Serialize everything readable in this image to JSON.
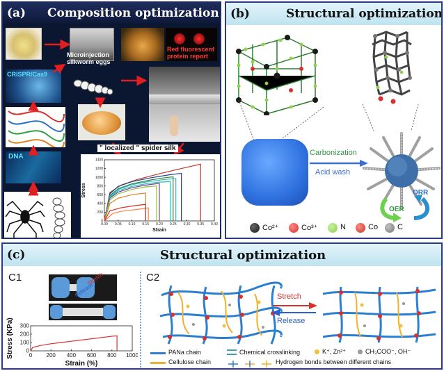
{
  "panel_a": {
    "tag": "(a)",
    "title": "Composition optimization",
    "labels": {
      "microinjection": "Microinjection silkworm eggs",
      "red_fluorescent": "Red fluorescent protein report",
      "crispr": "CRISPR/Cas9",
      "dna": "DNA",
      "localized_silk": "\" localized \" spider silk"
    },
    "chart_data": {
      "type": "line",
      "title": "",
      "xlabel": "Strain",
      "ylabel": "Stress",
      "xlim": [
        0,
        0.4
      ],
      "ylim": [
        0,
        1400
      ],
      "x_ticks": [
        "0.00",
        "0.05",
        "0.10",
        "0.15",
        "0.20",
        "0.25",
        "0.30",
        "0.35",
        "0.40"
      ],
      "y_ticks": [
        "0",
        "200",
        "400",
        "600",
        "800",
        "1000",
        "1200",
        "1400"
      ],
      "series": [
        {
          "color": "#c0392b",
          "x": [
            0,
            0.02,
            0.06,
            0.12,
            0.2,
            0.28,
            0.35,
            0.35
          ],
          "y": [
            0,
            650,
            820,
            950,
            1080,
            1200,
            1300,
            0
          ]
        },
        {
          "color": "#1f3f8f",
          "x": [
            0,
            0.02,
            0.05,
            0.1,
            0.17,
            0.24,
            0.28,
            0.28
          ],
          "y": [
            0,
            620,
            790,
            900,
            990,
            1060,
            1090,
            0
          ]
        },
        {
          "color": "#2a8f3f",
          "x": [
            0,
            0.02,
            0.05,
            0.1,
            0.17,
            0.22,
            0.25,
            0.25
          ],
          "y": [
            0,
            580,
            740,
            850,
            940,
            990,
            1010,
            0
          ]
        },
        {
          "color": "#3fb0c0",
          "x": [
            0,
            0.02,
            0.05,
            0.1,
            0.16,
            0.22,
            0.26,
            0.26
          ],
          "y": [
            0,
            560,
            720,
            830,
            900,
            950,
            970,
            0
          ]
        },
        {
          "color": "#20c0b0",
          "x": [
            0,
            0.02,
            0.05,
            0.1,
            0.15,
            0.2,
            0.24,
            0.24
          ],
          "y": [
            0,
            540,
            690,
            790,
            850,
            890,
            900,
            0
          ]
        },
        {
          "color": "#7f3f9f",
          "x": [
            0,
            0.02,
            0.05,
            0.1,
            0.15,
            0.2,
            0.2
          ],
          "y": [
            0,
            520,
            660,
            760,
            820,
            860,
            0
          ]
        },
        {
          "color": "#8fbf3f",
          "x": [
            0,
            0.02,
            0.05,
            0.1,
            0.15,
            0.19,
            0.19
          ],
          "y": [
            0,
            480,
            620,
            720,
            780,
            800,
            0
          ]
        },
        {
          "color": "#e08020",
          "x": [
            0,
            0.02,
            0.05,
            0.1,
            0.15,
            0.15
          ],
          "y": [
            0,
            400,
            520,
            600,
            640,
            0
          ]
        },
        {
          "color": "#ff8040",
          "x": [
            0,
            0.03,
            0.06,
            0.1,
            0.14,
            0.16,
            0.16
          ],
          "y": [
            0,
            170,
            220,
            250,
            280,
            300,
            0
          ]
        },
        {
          "color": "#d9302e",
          "x": [
            0,
            0.02,
            0.06,
            0.1,
            0.15,
            0.15
          ],
          "y": [
            0,
            230,
            300,
            340,
            380,
            0
          ]
        }
      ]
    }
  },
  "panel_b": {
    "tag": "(b)",
    "title": "Structural optimization",
    "carbonization": "Carbonization",
    "acid_wash": "Acid wash",
    "oer": "OER",
    "orr": "ORR",
    "legend": [
      {
        "label": "Co²⁺",
        "color": "#1a1a1a"
      },
      {
        "label": "Co³⁺",
        "color": "#d9302e"
      },
      {
        "label": "N",
        "color": "#8fd14f"
      },
      {
        "label": "Co",
        "color": "#c0392b"
      },
      {
        "label": "C",
        "color": "#7a7a7a"
      }
    ]
  },
  "panel_c": {
    "tag": "(c)",
    "title": "Structural optimization",
    "c1": {
      "label": "C1",
      "stretch": "Stretch",
      "release": "Release",
      "chart_data": {
        "type": "line",
        "title": "",
        "xlabel": "Strain (%)",
        "ylabel": "Stress (KPa)",
        "xlim": [
          0,
          1000
        ],
        "ylim": [
          0,
          300
        ],
        "x_ticks": [
          "0",
          "200",
          "400",
          "600",
          "800",
          "1000"
        ],
        "y_ticks": [
          "0",
          "100",
          "200",
          "300"
        ],
        "series": [
          {
            "color": "#d9302e",
            "x": [
              0,
              20,
              100,
              200,
              300,
              400,
              500,
              600,
              700,
              800,
              850,
              850
            ],
            "y": [
              0,
              40,
              65,
              85,
              100,
              115,
              130,
              145,
              160,
              175,
              180,
              0
            ]
          }
        ]
      }
    },
    "c2": {
      "label": "C2",
      "stretch": "Stretch",
      "release": "Release",
      "legend": {
        "panna_chain": "PANa chain",
        "cellulose_chain": "Cellulose chain",
        "chemical_crosslinking": "Chemical crosslinking",
        "hydrogen_bonds": "Hydrogen bonds between different chains",
        "ions_k_zn": "K⁺, Zn²⁺",
        "ions_anions": "CH₃COO⁻, OH⁻"
      }
    }
  }
}
